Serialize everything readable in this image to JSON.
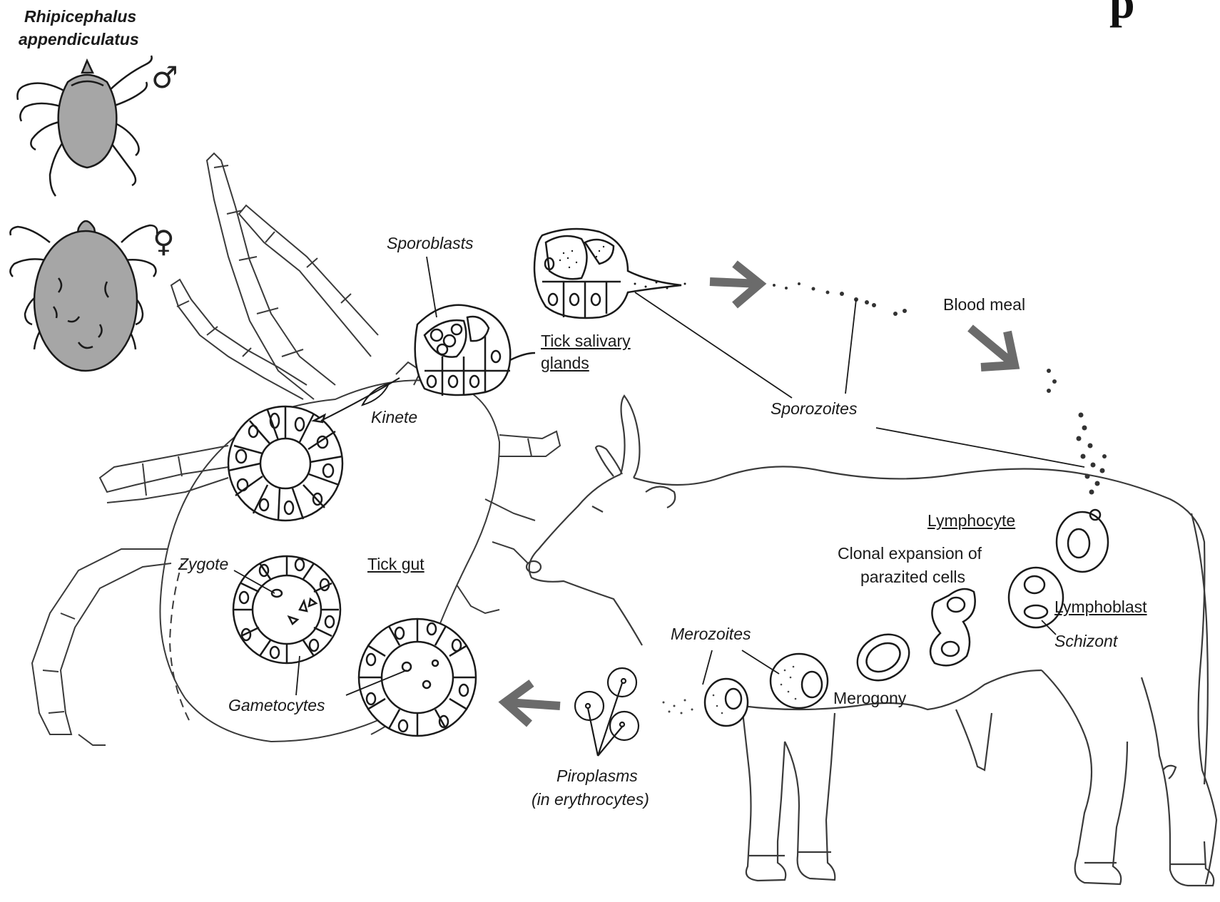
{
  "species": {
    "genus": "Rhipicephalus",
    "epithet": "appendiculatus"
  },
  "sex_symbols": {
    "male": "♂",
    "female": "♀"
  },
  "corner_glyph": "p",
  "labels": {
    "sporoblasts": "Sporoblasts",
    "tick_salivary_1": "Tick salivary",
    "tick_salivary_2": "glands",
    "kinete": "Kinete",
    "zygote": "Zygote",
    "tick_gut": "Tick gut",
    "gametocytes": "Gametocytes",
    "sporozoites": "Sporozoites",
    "blood_meal": "Blood meal",
    "lymphocyte": "Lymphocyte",
    "clonal_1": "Clonal expansion of",
    "clonal_2": "parazited cells",
    "lymphoblast": "Lymphoblast",
    "schizont": "Schizont",
    "merozoites": "Merozoites",
    "merogony": "Merogony",
    "piroplasms_1": "Piroplasms",
    "piroplasms_2": "(in erythrocytes)"
  },
  "colors": {
    "line": "#1a1a1a",
    "tick_fill": "#a6a6a6",
    "arrow": "#6b6b6b",
    "cell_fill": "#ffffff"
  }
}
